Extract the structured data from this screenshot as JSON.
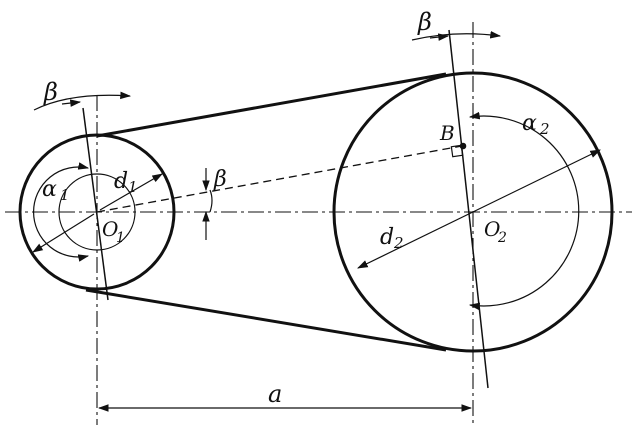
{
  "labels": {
    "beta_left": "β",
    "beta_mid": "β",
    "beta_right": "β",
    "alpha1": "α",
    "alpha1_sub": "1",
    "d1": "d",
    "d1_sub": "1",
    "o1": "O",
    "o1_sub": "1",
    "alpha2": "α",
    "alpha2_sub": "2",
    "d2": "d",
    "d2_sub": "2",
    "o2": "O",
    "o2_sub": "2",
    "b": "B",
    "a": "a"
  }
}
